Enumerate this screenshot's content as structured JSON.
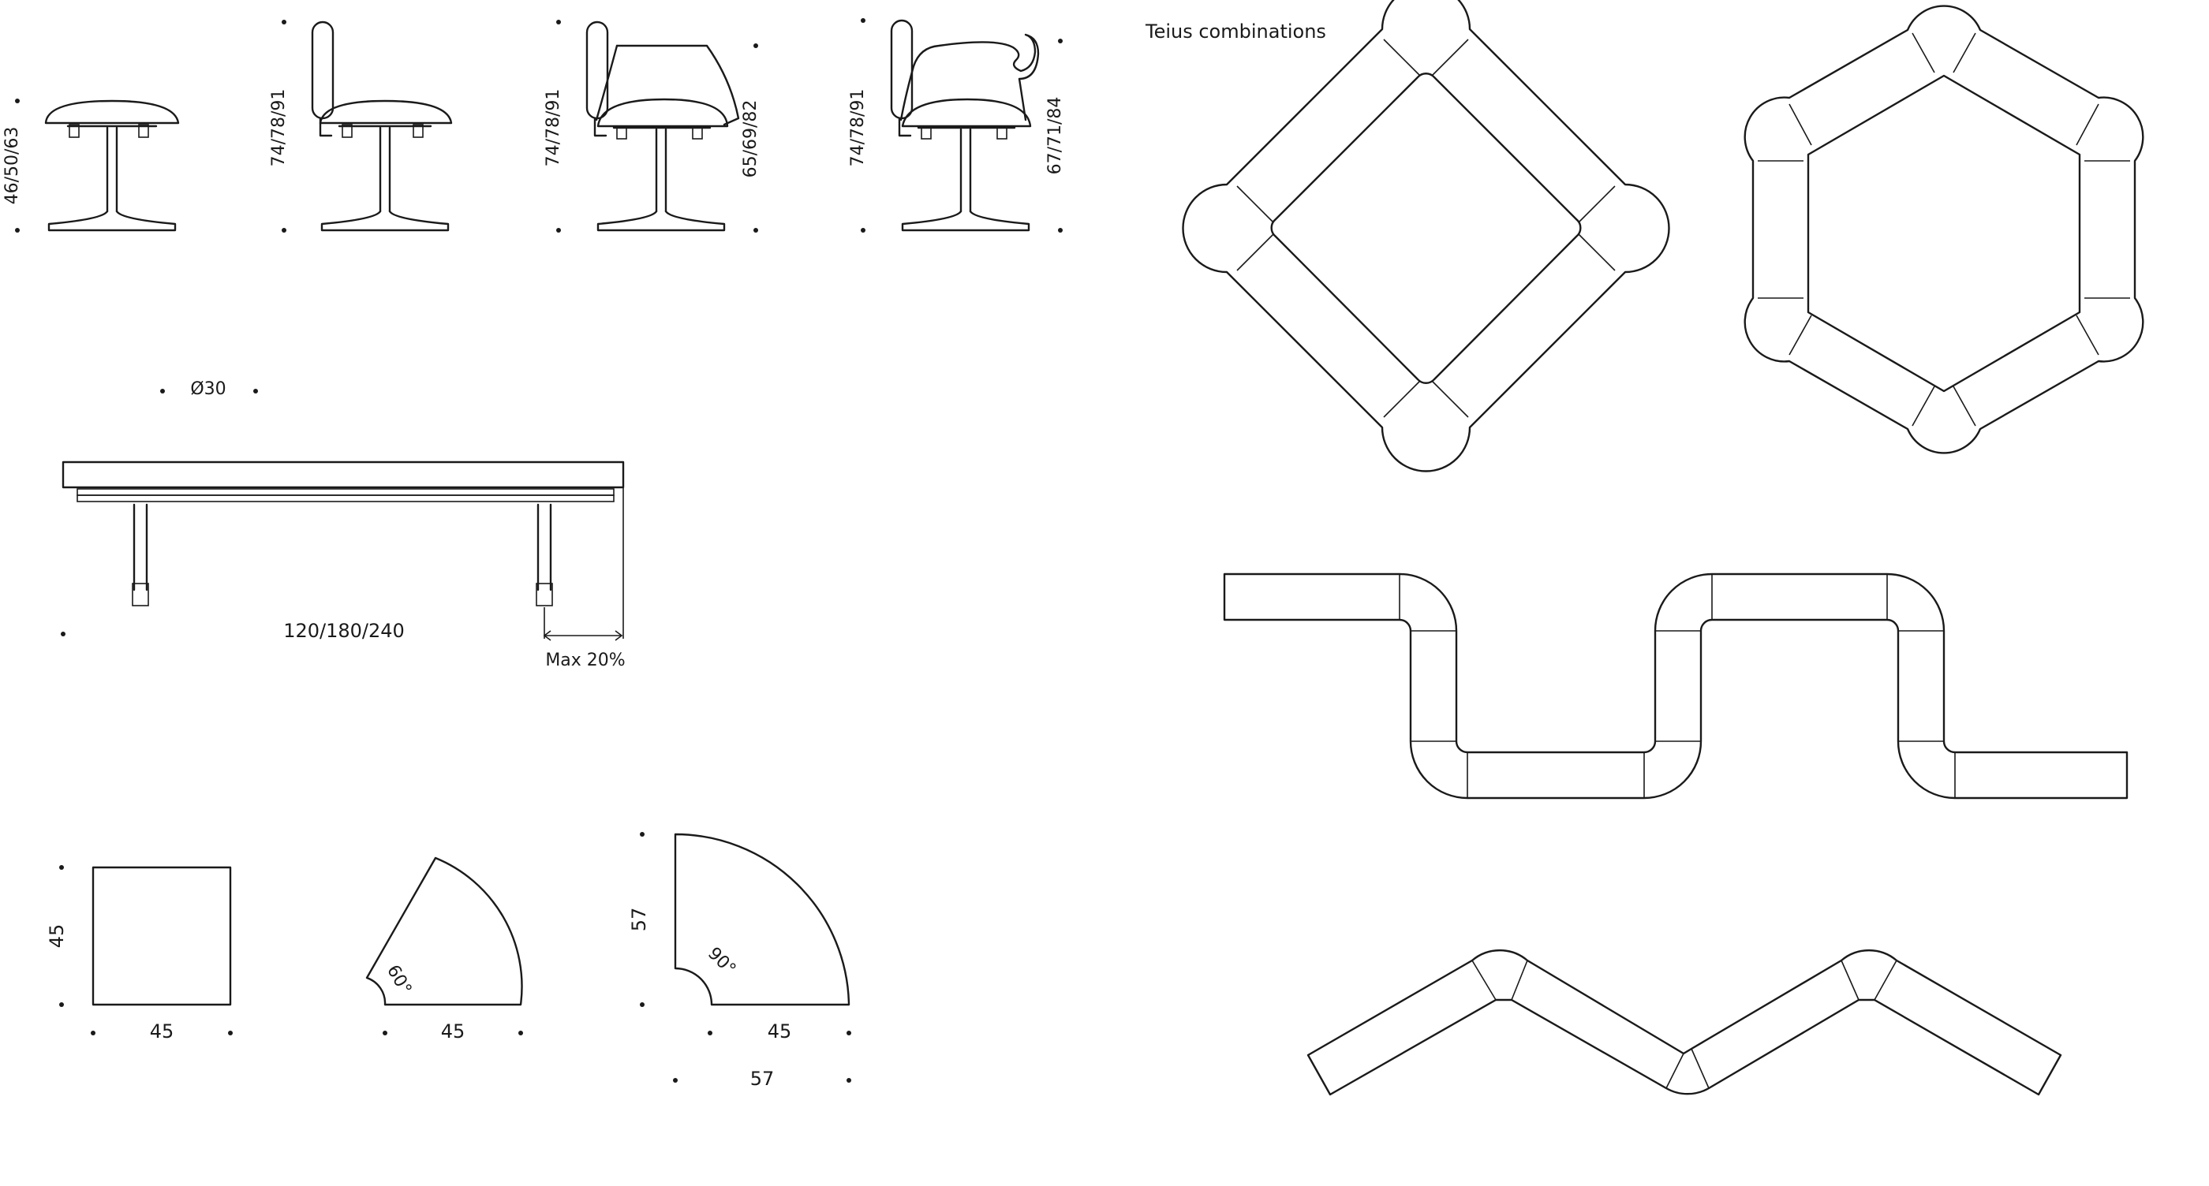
{
  "title": "Teius combinations",
  "chairs": {
    "stool_height": "46/50/63",
    "chair_height": "74/78/91",
    "armchair_height": "74/78/91",
    "armchair_arm_height": "65/69/82",
    "highback_height": "74/78/91",
    "highback_arm_height": "67/71/84"
  },
  "bench": {
    "leg_diameter": "Ø30",
    "length": "120/180/240",
    "overhang": "Max 20%"
  },
  "modules": {
    "square_height": "45",
    "square_width": "45",
    "wedge60_angle": "60°",
    "wedge60_width": "45",
    "wedge90_angle": "90°",
    "wedge90_height": "57",
    "wedge90_inner_width": "45",
    "wedge90_outer_width": "57"
  },
  "combinations": [
    "diamond-loop",
    "hexagon-loop",
    "serpentine",
    "zigzag"
  ]
}
